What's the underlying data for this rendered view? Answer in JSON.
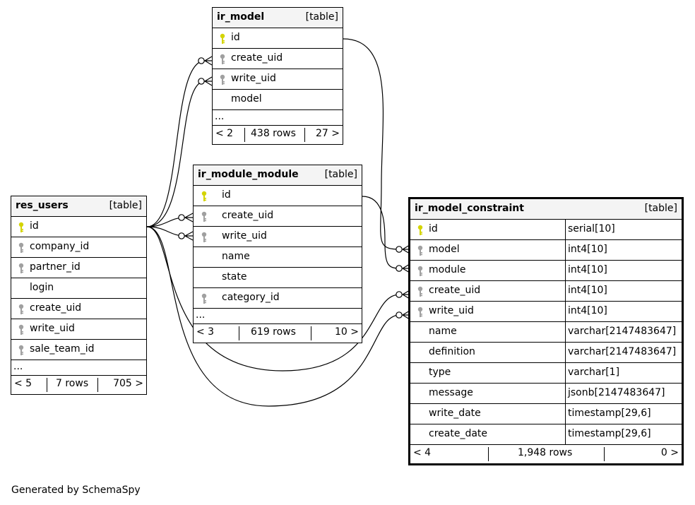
{
  "colors": {
    "primary_key": "#d4d400",
    "foreign_key": "#a0a0a0",
    "header_bg": "#f4f4f4"
  },
  "tables": {
    "ir_model": {
      "name": "ir_model",
      "type": "[table]",
      "columns": [
        {
          "name": "id",
          "key": "primary"
        },
        {
          "name": "create_uid",
          "key": "foreign"
        },
        {
          "name": "write_uid",
          "key": "foreign"
        },
        {
          "name": "model",
          "key": "none"
        }
      ],
      "more": "...",
      "footer": {
        "parents": "< 2",
        "rows": "438 rows",
        "children": "27 >"
      }
    },
    "ir_module_module": {
      "name": "ir_module_module",
      "type": "[table]",
      "columns": [
        {
          "name": "id",
          "key": "primary"
        },
        {
          "name": "create_uid",
          "key": "foreign"
        },
        {
          "name": "write_uid",
          "key": "foreign"
        },
        {
          "name": "name",
          "key": "none"
        },
        {
          "name": "state",
          "key": "none"
        },
        {
          "name": "category_id",
          "key": "foreign"
        }
      ],
      "more": "...",
      "footer": {
        "parents": "< 3",
        "rows": "619 rows",
        "children": "10 >"
      }
    },
    "res_users": {
      "name": "res_users",
      "type": "[table]",
      "columns": [
        {
          "name": "id",
          "key": "primary"
        },
        {
          "name": "company_id",
          "key": "foreign"
        },
        {
          "name": "partner_id",
          "key": "foreign"
        },
        {
          "name": "login",
          "key": "none"
        },
        {
          "name": "create_uid",
          "key": "foreign"
        },
        {
          "name": "write_uid",
          "key": "foreign"
        },
        {
          "name": "sale_team_id",
          "key": "foreign"
        }
      ],
      "more": "...",
      "footer": {
        "parents": "< 5",
        "rows": "7 rows",
        "children": "705 >"
      }
    },
    "ir_model_constraint": {
      "name": "ir_model_constraint",
      "type": "[table]",
      "columns": [
        {
          "name": "id",
          "type": "serial[10]",
          "key": "primary"
        },
        {
          "name": "model",
          "type": "int4[10]",
          "key": "foreign"
        },
        {
          "name": "module",
          "type": "int4[10]",
          "key": "foreign"
        },
        {
          "name": "create_uid",
          "type": "int4[10]",
          "key": "foreign"
        },
        {
          "name": "write_uid",
          "type": "int4[10]",
          "key": "foreign"
        },
        {
          "name": "name",
          "type": "varchar[2147483647]",
          "key": "none"
        },
        {
          "name": "definition",
          "type": "varchar[2147483647]",
          "key": "none"
        },
        {
          "name": "type",
          "type": "varchar[1]",
          "key": "none"
        },
        {
          "name": "message",
          "type": "jsonb[2147483647]",
          "key": "none"
        },
        {
          "name": "write_date",
          "type": "timestamp[29,6]",
          "key": "none"
        },
        {
          "name": "create_date",
          "type": "timestamp[29,6]",
          "key": "none"
        }
      ],
      "footer": {
        "parents": "< 4",
        "rows": "1,948 rows",
        "children": "0 >"
      }
    }
  },
  "credit": "Generated by SchemaSpy"
}
